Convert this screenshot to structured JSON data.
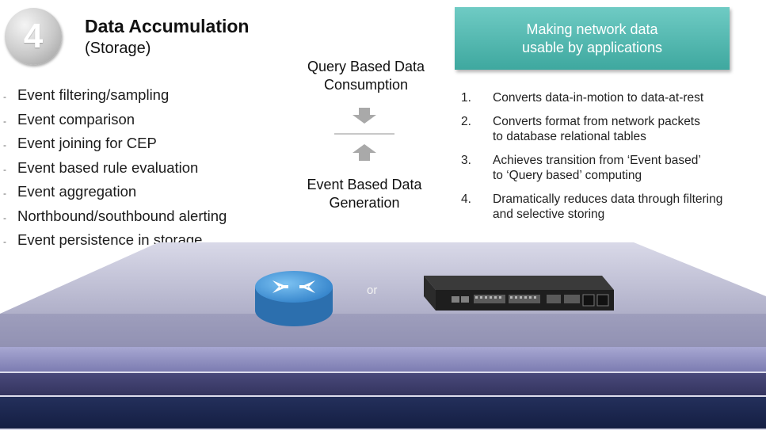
{
  "header": {
    "badge_number": "4",
    "title": "Data Accumulation",
    "subtitle": "(Storage)"
  },
  "event_list": [
    "Event filtering/sampling",
    "Event comparison",
    "Event joining for CEP",
    "Event based rule evaluation",
    "Event aggregation",
    "Northbound/southbound alerting",
    "Event persistence in storage"
  ],
  "center": {
    "top_label": "Query Based Data Consumption",
    "bottom_label": "Event Based Data Generation"
  },
  "teal_box": {
    "line1": "Making network data",
    "line2": "usable by applications"
  },
  "numbered_points": [
    {
      "num": "1.",
      "text": "Converts data-in-motion to data-at-rest"
    },
    {
      "num": "2.",
      "text": "Converts format from network packets\nto database relational tables"
    },
    {
      "num": "3.",
      "text": "Achieves transition from ‘Event based’\nto ‘Query based’ computing"
    },
    {
      "num": "4.",
      "text": "Dramatically reduces data through filtering\nand  selective storing"
    }
  ],
  "platform": {
    "or_text": "or",
    "devices": [
      "router-icon",
      "network-switch-icon"
    ]
  },
  "colors": {
    "teal": "#4fb7ae",
    "layer_top": "#a7a7c4",
    "layer_mid": "#8f8fbf",
    "layer_dark": "#3c3c68",
    "layer_navy": "#1a2750",
    "router_blue": "#3d8fd6"
  }
}
